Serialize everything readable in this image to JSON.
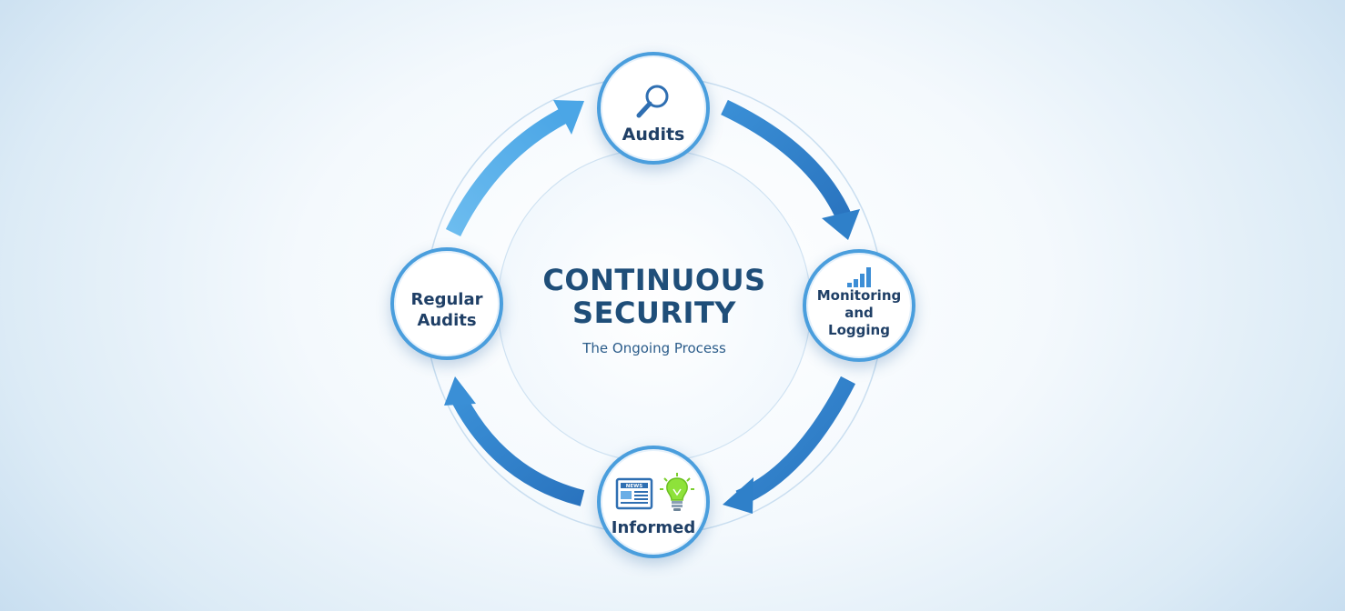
{
  "center": {
    "title_line1": "CONTINUOUS",
    "title_line2": "SECURITY",
    "subtitle": "The Ongoing Process"
  },
  "nodes": {
    "top": {
      "label": "Audits",
      "icon": "magnifying-glass-icon"
    },
    "right": {
      "line1": "Monitoring",
      "line2": "and",
      "line3": "Logging",
      "icon": "bar-chart-icon"
    },
    "bottom": {
      "label": "Informed",
      "icon_1": "newspaper-icon",
      "icon_2": "lightbulb-icon",
      "newspaper_masthead": "NEWS"
    },
    "left": {
      "line1": "Regular",
      "line2": "Audits"
    }
  },
  "colors": {
    "accent": "#4a9edd",
    "arrow_dark": "#2f80c9",
    "arrow_light": "#5fb3ea",
    "title": "#1f4e79",
    "bulb": "#8ee23a"
  }
}
